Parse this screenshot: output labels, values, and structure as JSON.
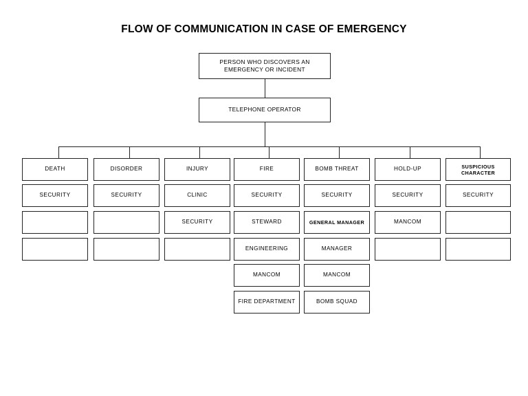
{
  "page": {
    "title": "FLOW OF COMMUNICATION IN CASE OF EMERGENCY",
    "background_color": "#ffffff",
    "line_color": "#222222",
    "text_color": "#000000"
  },
  "top_nodes": [
    {
      "id": "discoverer",
      "label": "PERSON WHO DISCOVERS AN EMERGENCY OR INCIDENT"
    },
    {
      "id": "operator",
      "label": "TELEPHONE OPERATOR"
    }
  ],
  "columns": [
    {
      "header": "DEATH",
      "cells": [
        "SECURITY",
        "",
        ""
      ]
    },
    {
      "header": "DISORDER",
      "cells": [
        "SECURITY",
        "",
        ""
      ]
    },
    {
      "header": "INJURY",
      "cells": [
        "CLINIC",
        "SECURITY",
        ""
      ]
    },
    {
      "header": "FIRE",
      "cells": [
        "SECURITY",
        "STEWARD",
        "ENGINEERING",
        "MANCOM",
        "FIRE DEPARTMENT"
      ]
    },
    {
      "header": "BOMB THREAT",
      "cells": [
        "SECURITY",
        "GENERAL MANAGER",
        "MANAGER",
        "MANCOM",
        "BOMB SQUAD"
      ]
    },
    {
      "header": "HOLD-UP",
      "cells": [
        "SECURITY",
        "MANCOM",
        ""
      ]
    },
    {
      "header": "SUSPICIOUS CHARACTER",
      "cells": [
        "SECURITY",
        "",
        ""
      ]
    }
  ]
}
